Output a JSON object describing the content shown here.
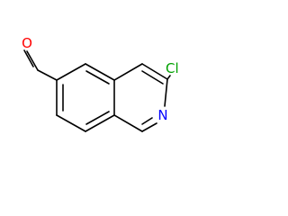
{
  "molecule": {
    "atoms": {
      "aldehyde_oxygen": {
        "symbol": "O",
        "color": "#ff0000"
      },
      "chlorine": {
        "symbol": "Cl",
        "color": "#00a000"
      },
      "ring_nitrogen": {
        "symbol": "N",
        "color": "#0000ff"
      }
    },
    "bond_color": "#000000"
  }
}
